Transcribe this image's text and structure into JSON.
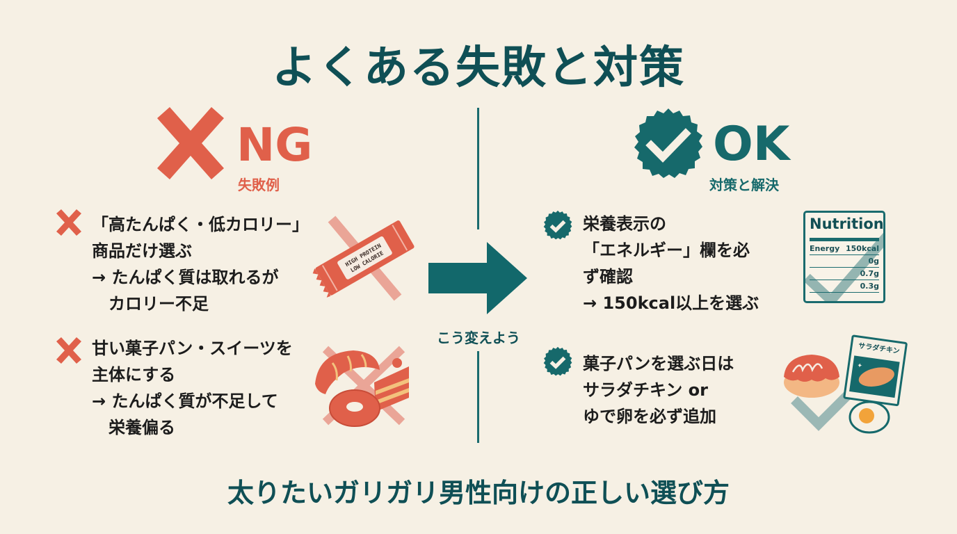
{
  "title": "よくある失敗と対策",
  "subtitle": "太りたいガリガリ男性向けの正しい選び方",
  "colors": {
    "background": "#f6f0e4",
    "ng": "#e0604a",
    "ok": "#16696b",
    "heading": "#0f4f55"
  },
  "ng": {
    "icon": "x-mark-icon",
    "label": "NG",
    "sublabel": "失敗例",
    "items": [
      {
        "icon": "x-mark-icon",
        "text": "「高たんぱく・低カロリー」\n商品だけ選ぶ\n→ たんぱく質は取れるが\n　カロリー不足",
        "illustration": {
          "name": "protein-bar-icon",
          "wrapper_text": [
            "HIGH PROTEIN",
            "LOW CALORIE"
          ]
        }
      },
      {
        "icon": "x-mark-icon",
        "text": "甘い菓子パン・スイーツを\n主体にする\n→ たんぱく質が不足して\n　栄養偏る",
        "illustration": {
          "name": "pastries-icon"
        }
      }
    ]
  },
  "transition": {
    "icon": "right-arrow-icon",
    "caption": "こう変えよう"
  },
  "ok": {
    "icon": "check-badge-icon",
    "label": "OK",
    "sublabel": "対策と解決",
    "items": [
      {
        "icon": "check-badge-icon",
        "text": "栄養表示の\n「エネルギー」欄を必\nず確認\n→ 150kcal以上を選ぶ",
        "illustration": {
          "name": "nutrition-label-icon",
          "title": "Nutrition",
          "rows": [
            {
              "label": "Energy",
              "value": "150kcal"
            },
            {
              "label": "",
              "value": "0g"
            },
            {
              "label": "",
              "value": "0.7g"
            },
            {
              "label": "",
              "value": "0.3g"
            }
          ]
        }
      },
      {
        "icon": "check-badge-icon",
        "text": "菓子パンを選ぶ日は\nサラダチキン or\nゆで卵を必ず追加",
        "illustration": {
          "name": "salad-chicken-egg-icon",
          "package_label": "サラダチキン"
        }
      }
    ]
  }
}
